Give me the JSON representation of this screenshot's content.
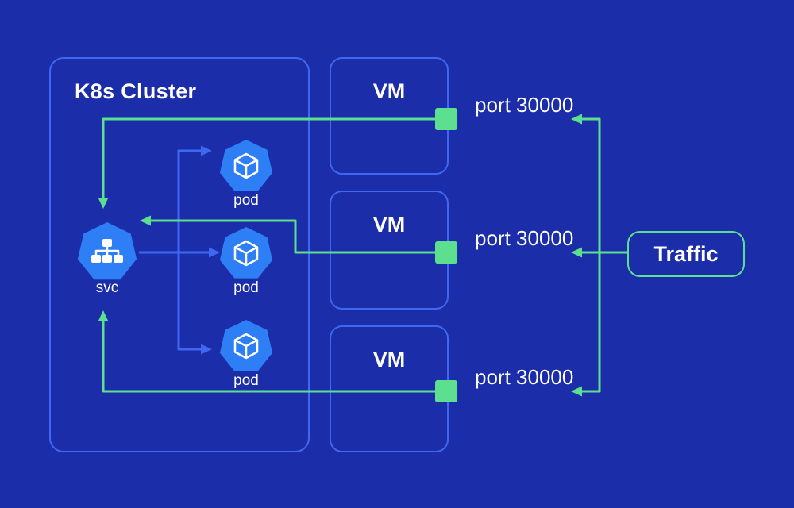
{
  "colors": {
    "background": "#1b2da8",
    "line-blue": "#3e68f2",
    "green": "#5ce08f",
    "icon-blue": "#2e7ef5",
    "text": "#ffffff"
  },
  "cluster": {
    "title": "K8s Cluster",
    "svc_label": "svc"
  },
  "pods": [
    {
      "label": "pod"
    },
    {
      "label": "pod"
    },
    {
      "label": "pod"
    }
  ],
  "vms": [
    {
      "label": "VM",
      "port": "port 30000"
    },
    {
      "label": "VM",
      "port": "port 30000"
    },
    {
      "label": "VM",
      "port": "port 30000"
    }
  ],
  "traffic": {
    "label": "Traffic"
  }
}
